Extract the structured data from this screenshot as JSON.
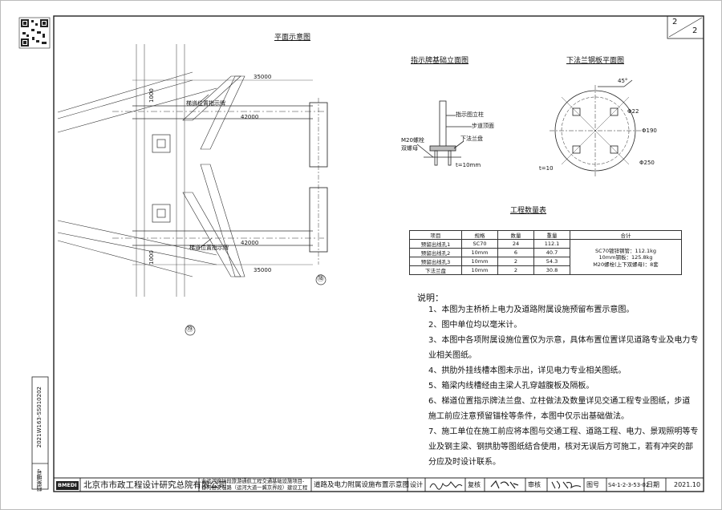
{
  "sheet": {
    "sheet_no_top": "2",
    "sheet_total": "2",
    "archive_label": "档案编号",
    "archive_no": "2021W163-SS010202"
  },
  "views": {
    "plan_title": "平面示意图",
    "elevation_title": "指示牌基础立面图",
    "flange_title": "下法兰钢板平面图"
  },
  "plan": {
    "dim_top": "35000",
    "dim_mid1": "42000",
    "dim_mid2": "42000",
    "dim_bottom": "35000",
    "dim_side1": "1000",
    "dim_side2": "1000",
    "label_ramp1": "梯道位置指示牌",
    "label_ramp2": "梯道位置指示牌",
    "pier_18": "⑱",
    "pier_19": "⑲"
  },
  "elevation": {
    "label_column": "指示图立柱",
    "label_deck": "步道顶面",
    "label_bolt": "M20螺栓",
    "label_nut": "双螺母",
    "label_flange": "下法兰盘",
    "label_thick": "t=10mm"
  },
  "flange": {
    "label_angle": "45°",
    "label_hole": "Φ22",
    "label_inner": "Φ190",
    "label_outer": "Φ250",
    "label_thick": "t=10"
  },
  "quantity_table": {
    "title": "工程数量表",
    "headers": [
      "项目",
      "规格",
      "数量",
      "重量",
      "合计"
    ],
    "rows": [
      [
        "预留出线孔1",
        "SC70",
        "24",
        "112.1"
      ],
      [
        "预留出线孔2",
        "10mm",
        "6",
        "40.7"
      ],
      [
        "预留出线孔3",
        "10mm",
        "2",
        "54.3"
      ],
      [
        "下法兰盘",
        "10mm",
        "2",
        "30.8"
      ]
    ],
    "total_lines": [
      "SC70镀锌钢管：112.1kg",
      "10mm钢板：125.8kg",
      "M20螺栓(上下双螺母)：8套"
    ]
  },
  "notes": {
    "heading": "说明：",
    "items": [
      "1、本图为主桥桥上电力及道路附属设施预留布置示意图。",
      "2、图中单位均以毫米计。",
      "3、本图中各项附属设施位置仅为示意，具体布置位置详见道路专业及电力专",
      "业相关图纸。",
      "4、拱肋外挂线槽本图未示出，详见电力专业相关图纸。",
      "5、箱梁内线槽经由主梁人孔穿越腹板及隔板。",
      "6、梯道位置指示牌法兰盘、立柱做法及数量详见交通工程专业图纸，步道",
      "施工前应注意预留锚栓等条件，本图中仅示出基础做法。",
      "7、施工单位在施工前应将本图与交通工程、道路工程、电力、景观照明等专",
      "业及钢主梁、钢拱肋等图纸结合使用，核对无误后方可施工，若有冲突的部",
      "分应及时设计联系。"
    ]
  },
  "title_block": {
    "institute": "北京市市政工程设计研究总院有限公司",
    "project_line1": "北运河廊坊段旅游通航工程交通基础设施项目-",
    "project_line2": "香河县安石路（运河大道一冀京界段）建设工程",
    "drawing_title": "道路及电力附属设施布置示意图",
    "design_label": "设计",
    "check_label": "复核",
    "review_label": "审核",
    "drawing_no_label": "图号",
    "drawing_no": "S4-1-2-3-53-02",
    "date_label": "日期",
    "date": "2021.10",
    "logo_text": "BMEDI"
  }
}
